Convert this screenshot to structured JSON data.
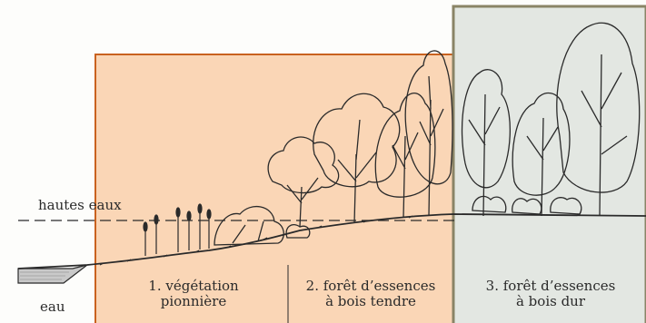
{
  "water_level_label": "hautes eaux",
  "water_label": "eau",
  "zones": [
    {
      "line1": "1. végétation",
      "line2": "pionnière",
      "color": "#fad6b6"
    },
    {
      "line1": "2. forêt d’essences",
      "line2": "à bois tendre",
      "color": "#fad6b6"
    },
    {
      "line1": "3. forêt d’essences",
      "line2": "à bois dur",
      "color": "#e3e7e2"
    }
  ],
  "colors": {
    "zone_border_1_2": "#c9621f",
    "zone_border_3": "#8a8466",
    "ink": "#2a2a2a"
  }
}
